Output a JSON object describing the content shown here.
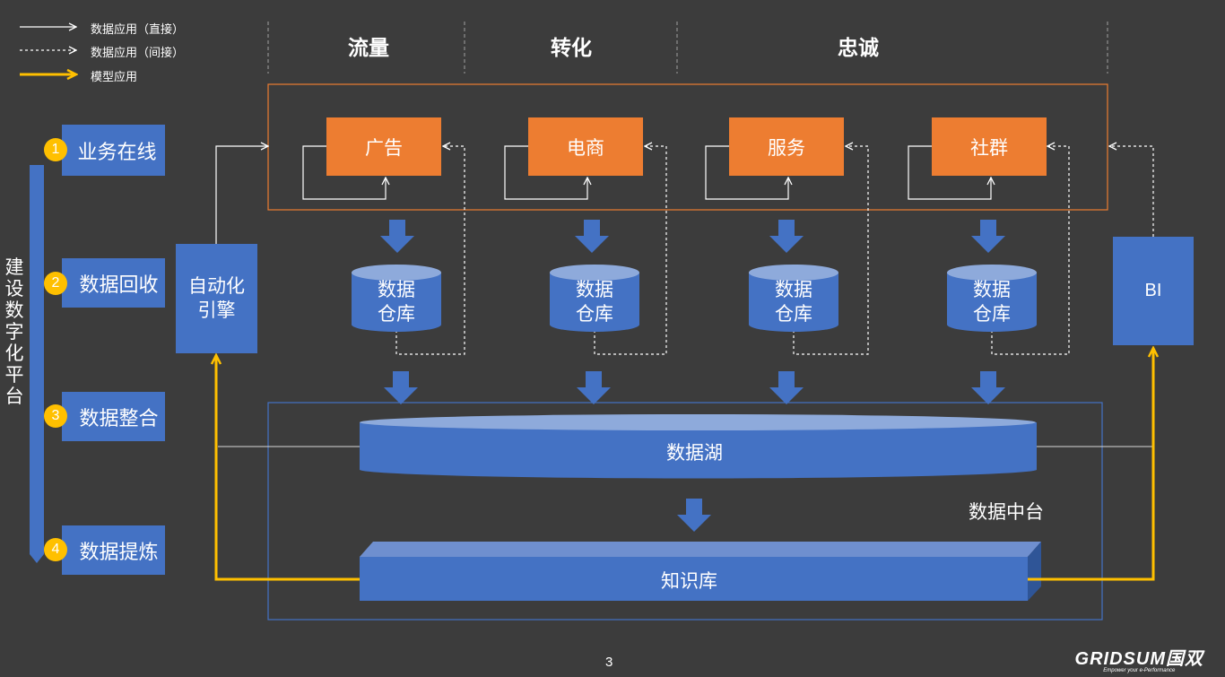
{
  "legend": [
    {
      "label": "数据应用（直接）",
      "style": "solid"
    },
    {
      "label": "数据应用（间接）",
      "style": "dashed"
    },
    {
      "label": "模型应用",
      "style": "yellow"
    }
  ],
  "stages": [
    "流量",
    "转化",
    "忠诚"
  ],
  "steps": [
    {
      "num": "1",
      "label": "业务在线"
    },
    {
      "num": "2",
      "label": "数据回收"
    },
    {
      "num": "3",
      "label": "数据整合"
    },
    {
      "num": "4",
      "label": "数据提炼"
    }
  ],
  "platform_label": "建设数字化平台",
  "engine_label": "自动化引擎",
  "bi_label": "BI",
  "channels": [
    "广告",
    "电商",
    "服务",
    "社群"
  ],
  "warehouses": [
    {
      "line1": "数据",
      "line2": "仓库"
    },
    {
      "line1": "数据",
      "line2": "仓库"
    },
    {
      "line1": "数据",
      "line2": "仓库"
    },
    {
      "line1": "数据",
      "line2": "仓库"
    }
  ],
  "data_lake_label": "数据湖",
  "data_middle_label": "数据中台",
  "knowledge_label": "知识库",
  "page_number": "3",
  "brand": {
    "name": "GRIDSUM国双",
    "tagline": "Empower your e-Performance"
  },
  "colors": {
    "background": "#3c3c3c",
    "blue": "#4472c4",
    "orange": "#ed7d31",
    "yellow": "#ffc000"
  }
}
